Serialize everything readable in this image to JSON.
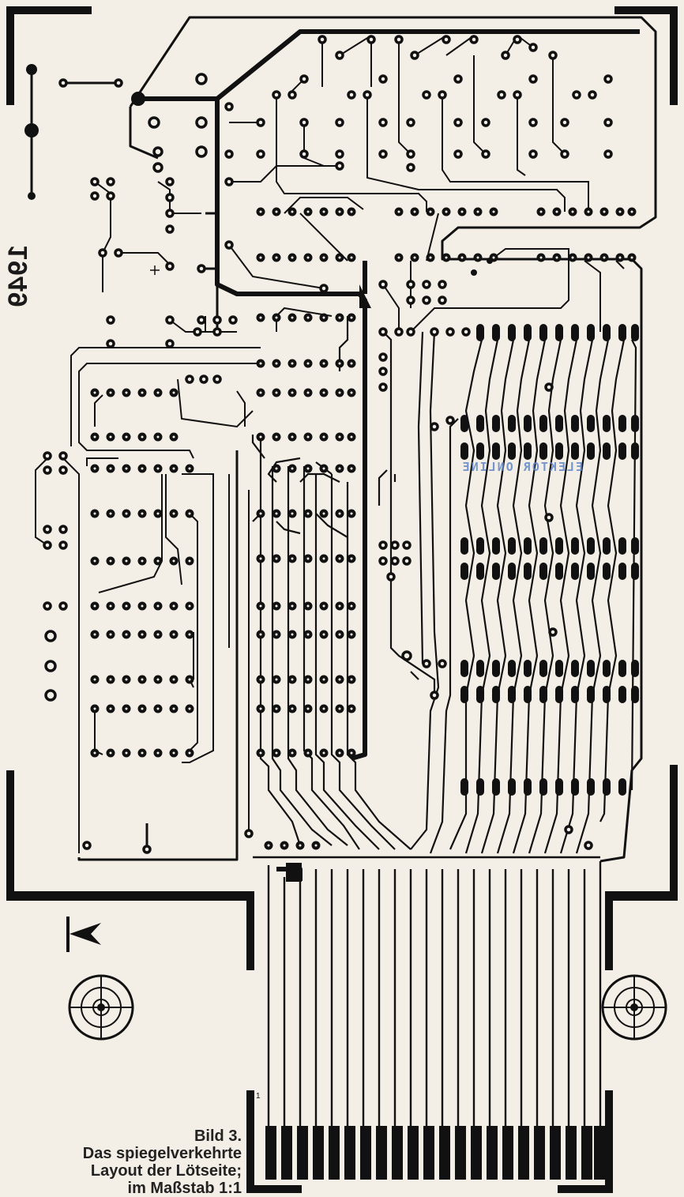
{
  "figure": {
    "reference_number": "1949",
    "watermark_text": "ELEKTOR ONLINE",
    "pin_one_marker": "1",
    "caption_lines": [
      "Bild 3.",
      "Das spiegelverkehrte",
      "Layout der Lötseite;",
      "im Maßstab 1:1"
    ]
  },
  "colors": {
    "paper": "#f4efe6",
    "copper": "#111111",
    "watermark": "#5f86c9"
  }
}
